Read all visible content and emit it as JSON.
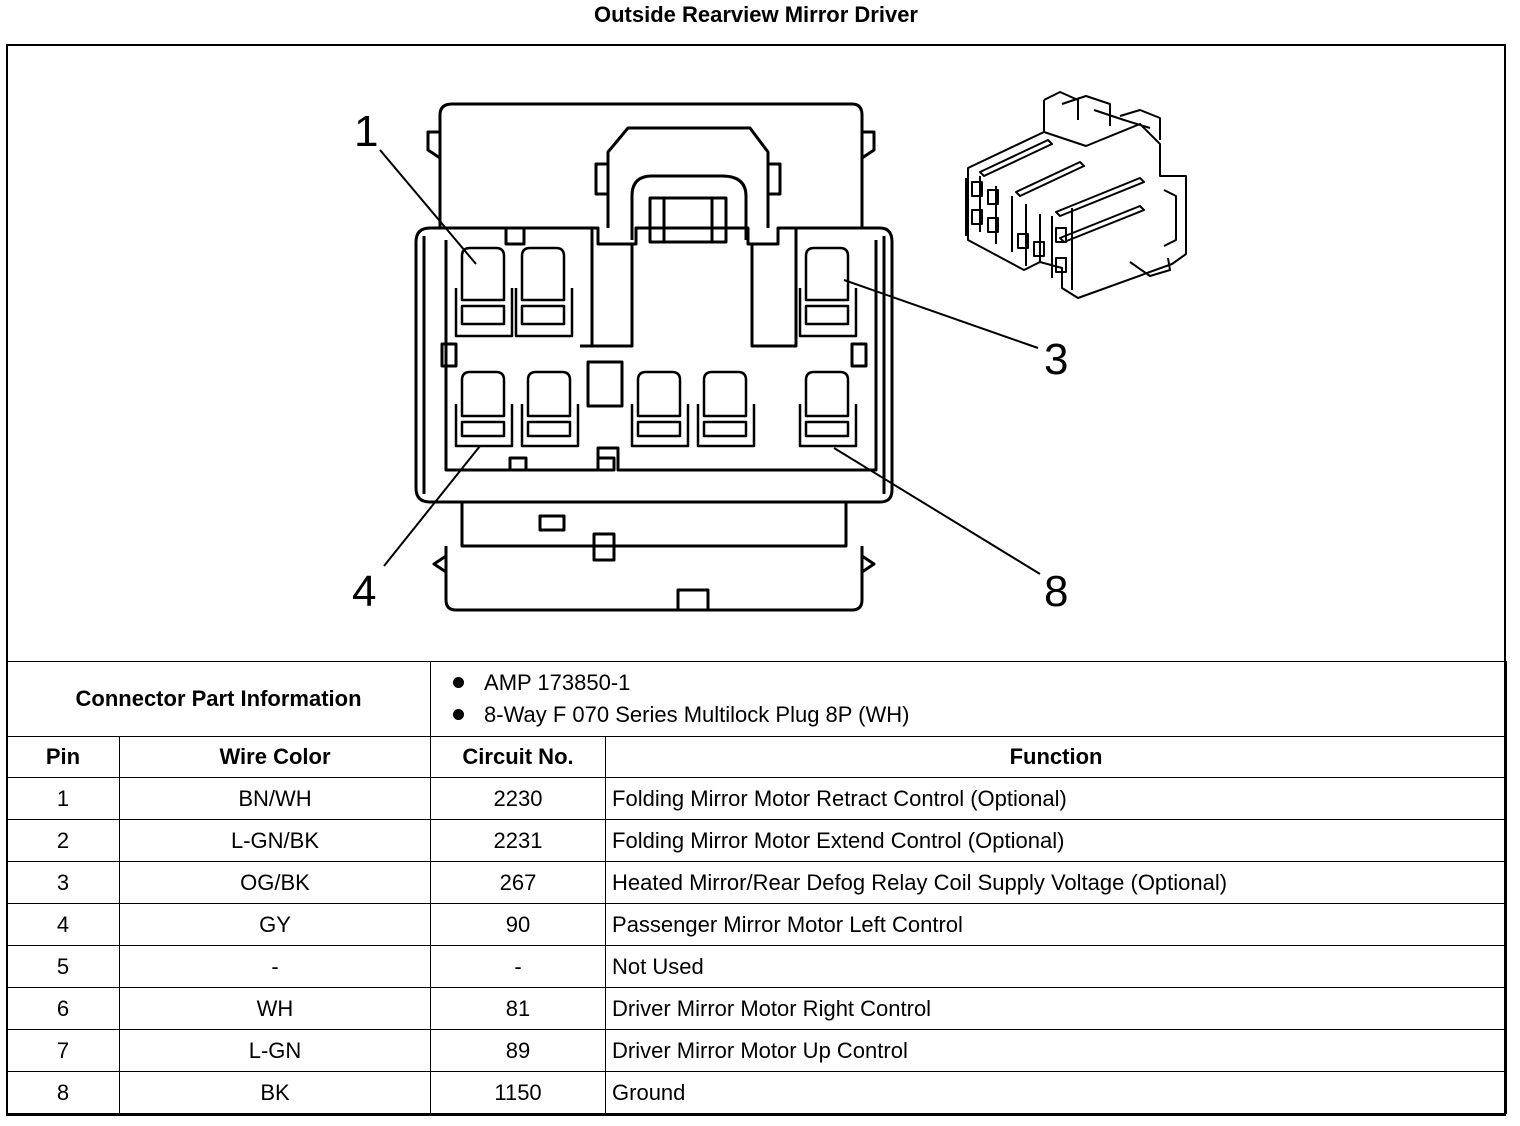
{
  "title": "Outside Rearview Mirror Driver",
  "callouts": [
    "1",
    "3",
    "4",
    "8"
  ],
  "connector_info": {
    "label": "Connector Part Information",
    "items": [
      "AMP 173850-1",
      "8-Way F 070 Series Multilock Plug 8P (WH)"
    ]
  },
  "table": {
    "headers": [
      "Pin",
      "Wire Color",
      "Circuit No.",
      "Function"
    ],
    "rows": [
      [
        "1",
        "BN/WH",
        "2230",
        "Folding Mirror Motor Retract Control (Optional)"
      ],
      [
        "2",
        "L-GN/BK",
        "2231",
        "Folding Mirror Motor Extend Control (Optional)"
      ],
      [
        "3",
        "OG/BK",
        "267",
        "Heated Mirror/Rear Defog Relay Coil Supply Voltage (Optional)"
      ],
      [
        "4",
        "GY",
        "90",
        "Passenger Mirror Motor Left Control"
      ],
      [
        "5",
        "-",
        "-",
        "Not Used"
      ],
      [
        "6",
        "WH",
        "81",
        "Driver Mirror Motor Right Control"
      ],
      [
        "7",
        "L-GN",
        "89",
        "Driver Mirror Motor Up Control"
      ],
      [
        "8",
        "BK",
        "1150",
        "Ground"
      ]
    ]
  }
}
